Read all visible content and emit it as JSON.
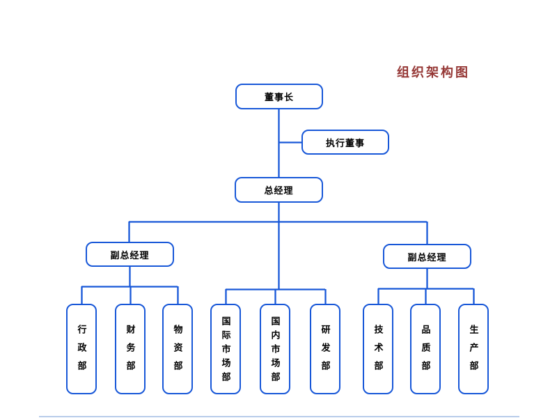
{
  "slide": {
    "title": "组织架构图"
  },
  "org": {
    "chairman": {
      "label": "董事长"
    },
    "executive_director": {
      "label": "执行董事"
    },
    "general_manager": {
      "label": "总经理"
    },
    "deputy_gm_left": {
      "label": "副总经理"
    },
    "deputy_gm_right": {
      "label": "副总经理"
    },
    "departments": [
      {
        "label": "行政部",
        "group": "left"
      },
      {
        "label": "财务部",
        "group": "left"
      },
      {
        "label": "物资部",
        "group": "left"
      },
      {
        "label": "国际市场部",
        "group": "middle"
      },
      {
        "label": "国内市场部",
        "group": "middle"
      },
      {
        "label": "研发部",
        "group": "middle"
      },
      {
        "label": "技术部",
        "group": "right"
      },
      {
        "label": "品质部",
        "group": "right"
      },
      {
        "label": "生产部",
        "group": "right"
      }
    ]
  },
  "colors": {
    "line": "#1757D8",
    "node_border": "#1757D8",
    "title_text": "#953735",
    "node_text": "#000000",
    "background": "#ffffff"
  }
}
